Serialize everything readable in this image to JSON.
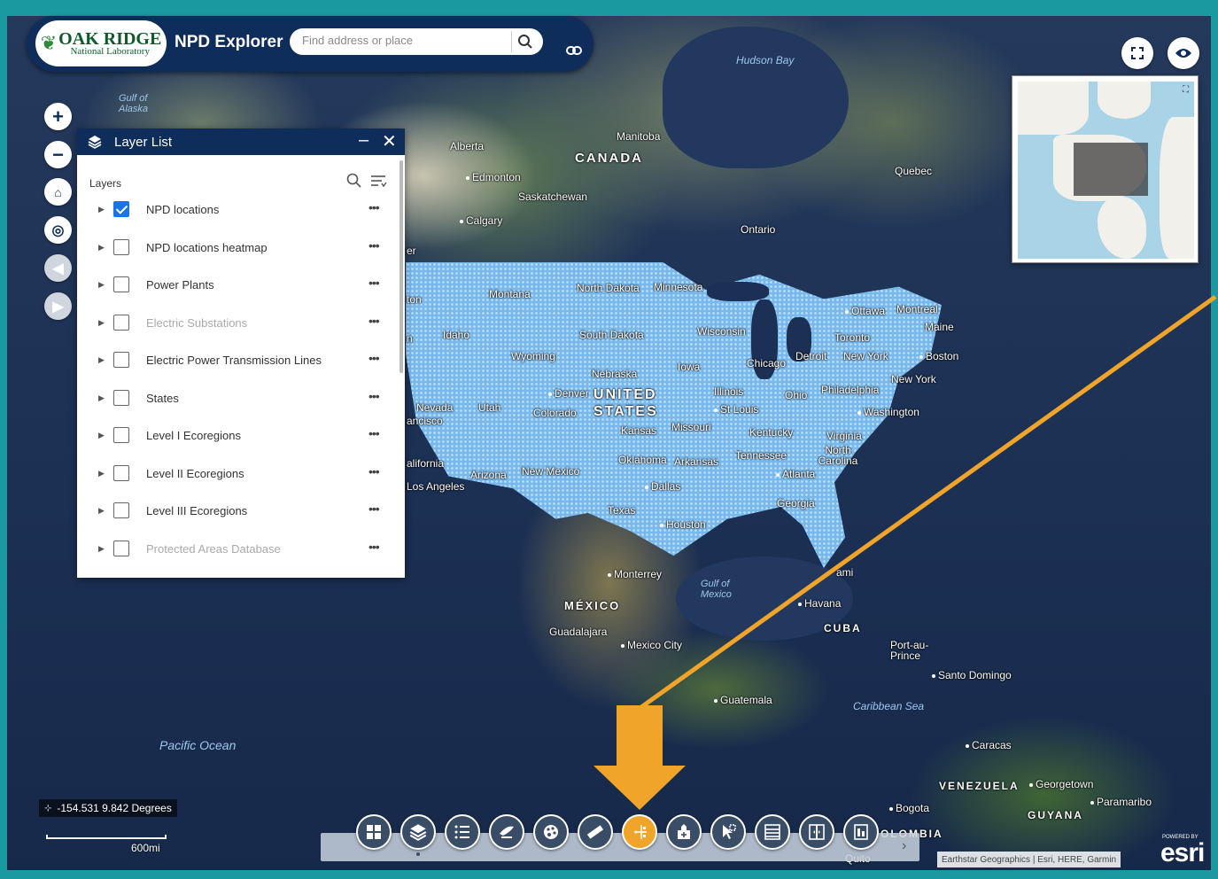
{
  "header": {
    "logo_line1": "OAK RIDGE",
    "logo_line2": "National Laboratory",
    "app_title": "NPD Explorer",
    "search_placeholder": "Find address or place"
  },
  "layer_list": {
    "title": "Layer List",
    "subheading": "Layers",
    "layers": [
      {
        "name": "NPD locations",
        "checked": true,
        "dimmed": false
      },
      {
        "name": "NPD locations heatmap",
        "checked": false,
        "dimmed": false
      },
      {
        "name": "Power Plants",
        "checked": false,
        "dimmed": false
      },
      {
        "name": "Electric Substations",
        "checked": false,
        "dimmed": true
      },
      {
        "name": "Electric Power Transmission Lines",
        "checked": false,
        "dimmed": false
      },
      {
        "name": "States",
        "checked": false,
        "dimmed": false
      },
      {
        "name": "Level I Ecoregions",
        "checked": false,
        "dimmed": false
      },
      {
        "name": "Level II Ecoregions",
        "checked": false,
        "dimmed": false
      },
      {
        "name": "Level III Ecoregions",
        "checked": false,
        "dimmed": false
      },
      {
        "name": "Protected Areas Database",
        "checked": false,
        "dimmed": true
      }
    ]
  },
  "map_labels": {
    "hudson_bay": "Hudson Bay",
    "gulf_alaska": "Gulf of Alaska",
    "canada": "CANADA",
    "alberta": "Alberta",
    "manitoba": "Manitoba",
    "quebec": "Quebec",
    "edmonton": "Edmonton",
    "saskatchewan": "Saskatchewan",
    "calgary": "Calgary",
    "ontario": "Ontario",
    "montana": "Montana",
    "north_dakota": "North Dakota",
    "minnesota": "Minnesota",
    "idaho": "Idaho",
    "south_dakota": "South Dakota",
    "wisconsin": "Wisconsin",
    "ottawa": "Ottawa",
    "montreal": "Montreal",
    "maine": "Maine",
    "toronto": "Toronto",
    "wyoming": "Wyoming",
    "detroit": "Detroit",
    "new_york_state": "New York",
    "boston": "Boston",
    "chicago": "Chicago",
    "iowa": "Iowa",
    "nebraska": "Nebraska",
    "new_york_city": "New York",
    "denver": "Denver",
    "united": "UNITED",
    "states": "STATES",
    "illinois": "Illinois",
    "ohio": "Ohio",
    "philadelphia": "Philadelphia",
    "nevada": "Nevada",
    "utah": "Utah",
    "colorado": "Colorado",
    "st_louis": "St Louis",
    "washington": "Washington",
    "francisco": "ancisco",
    "kansas": "Kansas",
    "missouri": "Missouri",
    "kentucky": "Kentucky",
    "virginia": "Virginia",
    "california": "alifornia",
    "oklahoma": "Oklahoma",
    "arkansas": "Arkansas",
    "tennessee": "Tennessee",
    "north_carolina": "North Carolina",
    "arizona": "Arizona",
    "new_mexico": "New Mexico",
    "los_angeles": "Los Angeles",
    "atlanta": "Atlanta",
    "dallas": "Dallas",
    "georgia": "Georgia",
    "texas": "Texas",
    "houston": "Houston",
    "monterrey": "Monterrey",
    "gulf_mexico": "Gulf of Mexico",
    "miami": "ami",
    "mexico": "MÉXICO",
    "havana": "Havana",
    "guadalajara": "Guadalajara",
    "cuba": "CUBA",
    "mexico_city": "Mexico City",
    "port_au_prince": "Port-au-Prince",
    "santo_domingo": "Santo Domingo",
    "guatemala": "Guatemala",
    "caribbean": "Caribbean Sea",
    "pacific": "Pacific Ocean",
    "caracas": "Caracas",
    "venezuela": "VENEZUELA",
    "georgetown": "Georgetown",
    "paramaribo": "Paramaribo",
    "bogota": "Bogota",
    "guyana": "GUYANA",
    "colombia": "OLOMBIA",
    "quito": "Quito",
    "cut_er": "er",
    "cut_ton": "ton",
    "cut_n": "n"
  },
  "status": {
    "coords": "-154.531 9.842 Degrees",
    "scale": "600mi",
    "attribution": "Earthstar Geographics | Esri, HERE, Garmin",
    "esri_powered": "POWERED BY",
    "esri_logo": "esri"
  },
  "toolbar": {
    "tools": [
      "grid-icon",
      "layers-icon",
      "legend-icon",
      "basemap-icon",
      "print-palette-icon",
      "measure-icon",
      "coordinate-conversion-icon",
      "add-data-icon",
      "select-icon",
      "attribute-table-icon",
      "swipe-icon",
      "info-icon"
    ],
    "active_index": 6
  },
  "colors": {
    "brand_navy": "#0e2d5a",
    "frame_teal": "#1a9aa0",
    "npd_points": "#78b8ec",
    "annotation_orange": "#f1a42a",
    "checkbox_blue": "#1a73e8"
  }
}
